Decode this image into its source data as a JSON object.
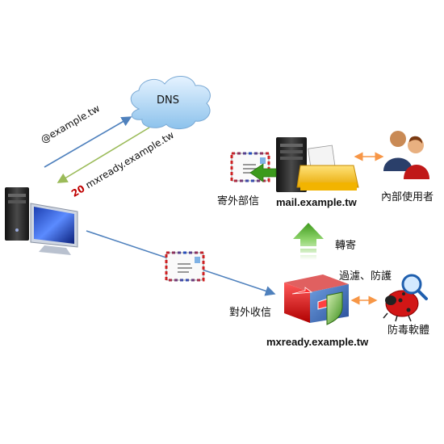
{
  "dns": {
    "label": "DNS"
  },
  "query": {
    "label": "@example.tw"
  },
  "answer": {
    "priority": "20",
    "host": "mxready.example.tw"
  },
  "nodes": {
    "send_out_label": "寄外部信",
    "mail_server_label": "mail.example.tw",
    "internal_users_label": "內部使用者",
    "forward_label": "轉寄",
    "filter_label": "過濾、防護",
    "receive_label": "對外收信",
    "mxready_label": "mxready.example.tw",
    "antivirus_label": "防毒軟體"
  },
  "colors": {
    "query_arrow": "#4f81bd",
    "answer_arrow": "#9bbb59",
    "link_arrow": "#4f81bd",
    "priority_text": "#c00000",
    "bidir_arrow": "#f79646",
    "cloud": "#9ec9ee"
  }
}
